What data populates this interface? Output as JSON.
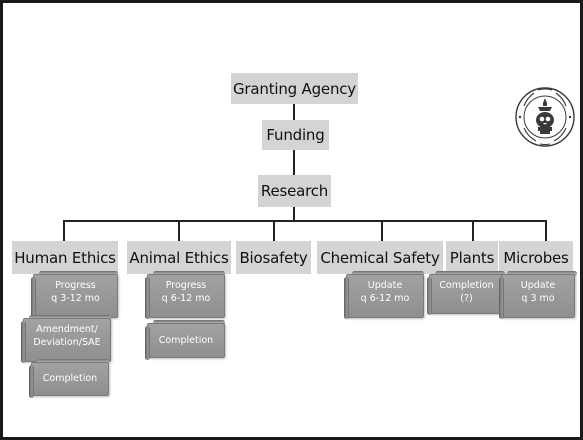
{
  "diagram": {
    "top_nodes": {
      "granting_agency": "Granting Agency",
      "funding": "Funding",
      "research": "Research"
    },
    "categories": {
      "human_ethics": "Human Ethics",
      "animal_ethics": "Animal Ethics",
      "biosafety": "Biosafety",
      "chemical_safety": "Chemical Safety",
      "plants": "Plants",
      "microbes": "Microbes"
    },
    "reports": {
      "human_progress": [
        "Progress",
        "q 3-12 mo"
      ],
      "human_amendment": [
        "Amendment/",
        "Deviation/SAE"
      ],
      "human_completion": [
        "Completion"
      ],
      "animal_progress": [
        "Progress",
        "q 6-12 mo"
      ],
      "animal_completion": [
        "Completion"
      ],
      "chemical_update": [
        "Update",
        "q 6-12 mo"
      ],
      "plants_completion": [
        "Completion",
        "(?)"
      ],
      "microbes_update": [
        "Update",
        "q 3 mo"
      ]
    }
  },
  "seal": {
    "icon": "university-seal-icon",
    "color": "#3a3a3a"
  },
  "colors": {
    "node_fill": "#d4d4d4",
    "scroll_fill": "#999999",
    "connector": "#222222",
    "border": "#1a1a1a"
  }
}
